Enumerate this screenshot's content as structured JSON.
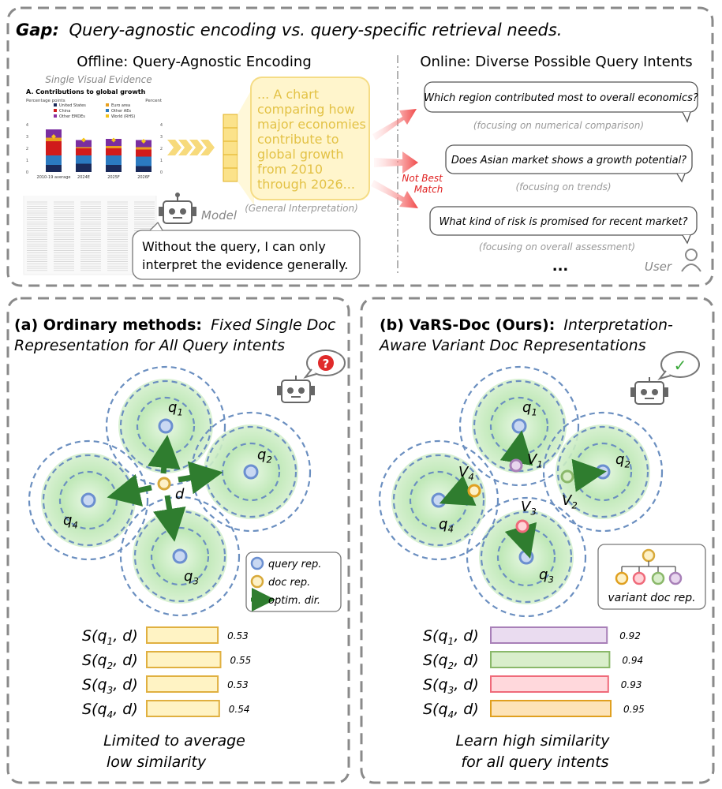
{
  "top": {
    "gap_label": "Gap:",
    "gap_text": "Query-agnostic encoding vs. query-specific retrieval needs.",
    "offline_title": "Offline: Query-Agnostic Encoding",
    "online_title": "Online: Diverse Possible Query Intents",
    "evidence_label": "Single Visual Evidence",
    "mini_chart": {
      "title": "A. Contributions to global growth",
      "left_unit": "Percentage points",
      "right_unit": "Percent",
      "legend": [
        "United States",
        "Euro area",
        "China",
        "Other AEs",
        "Other EMDEs",
        "World (RHS)"
      ],
      "categories": [
        "2010-19 average",
        "2024E",
        "2025F",
        "2026F"
      ],
      "y_ticks": [
        "0",
        "1",
        "2",
        "3",
        "4"
      ],
      "colors": [
        "#1a2a5a",
        "#d01b1b",
        "#c52a5a",
        "#2b4ea8",
        "#8a2fa0",
        "#f3b21c"
      ]
    },
    "interpretation_lines": [
      "... A chart",
      "comparing how",
      "major economies",
      "contribute to",
      "global growth",
      "from 2010",
      "through 2026..."
    ],
    "general_interp": "(General Interpretation)",
    "model_label": "Model",
    "model_speech": [
      "Without the query, I can only",
      "interpret the evidence generally."
    ],
    "not_best": [
      "Not Best",
      "Match"
    ],
    "queries": [
      {
        "text": "Which region contributed most to overall economics?",
        "focus": "(focusing on numerical comparison)"
      },
      {
        "text": "Does Asian market shows a growth potential?",
        "focus": "(focusing on trends)"
      },
      {
        "text": "What kind of risk is promised for recent market?",
        "focus": "(focusing on overall assessment)"
      }
    ],
    "ellipsis": "...",
    "user_label": "User"
  },
  "left_panel": {
    "title_bold": "(a) Ordinary methods:",
    "title_italic_1": "Fixed Single Doc",
    "title_italic_2": "Representation for All Query intents",
    "question_mark": "?",
    "query_labels": [
      "q1",
      "q2",
      "q3",
      "q4"
    ],
    "doc_label": "d",
    "legend": [
      "query rep.",
      "doc rep.",
      "optim. dir."
    ],
    "scores": [
      {
        "label": "S(q1, d)",
        "value": 0.53
      },
      {
        "label": "S(q2, d)",
        "value": 0.55
      },
      {
        "label": "S(q3, d)",
        "value": 0.53
      },
      {
        "label": "S(q4, d)",
        "value": 0.54
      }
    ],
    "caption": [
      "Limited to average",
      "low similarity"
    ]
  },
  "right_panel": {
    "title_bold": "(b) VaRS-Doc (Ours):",
    "title_italic_1": "Interpretation-",
    "title_italic_2": "Aware Variant Doc Representations",
    "check_mark": "✓",
    "query_labels": [
      "q1",
      "q2",
      "q3",
      "q4"
    ],
    "variant_labels": [
      "V1",
      "V2",
      "V3",
      "V4"
    ],
    "legend_label": "variant doc rep.",
    "scores": [
      {
        "label": "S(q1, d)",
        "value": 0.92
      },
      {
        "label": "S(q2, d)",
        "value": 0.94
      },
      {
        "label": "S(q3, d)",
        "value": 0.93
      },
      {
        "label": "S(q4, d)",
        "value": 0.95
      }
    ],
    "caption": [
      "Learn high similarity",
      "for all query intents"
    ]
  },
  "colors": {
    "dash": "#888888",
    "circle_dash": "#6b8fc0",
    "green_fill": "#cdeec6",
    "green_arrow": "#2f7d2f",
    "query_node": "#6b8fd0",
    "doc_node": "#d8a93a",
    "red_arrow": "#f05a5a",
    "yellow_box": "#fff3c4",
    "purple": "#a880b8",
    "green_var": "#8ab86a",
    "pink": "#ef6a7a",
    "orange": "#e8a93a"
  }
}
